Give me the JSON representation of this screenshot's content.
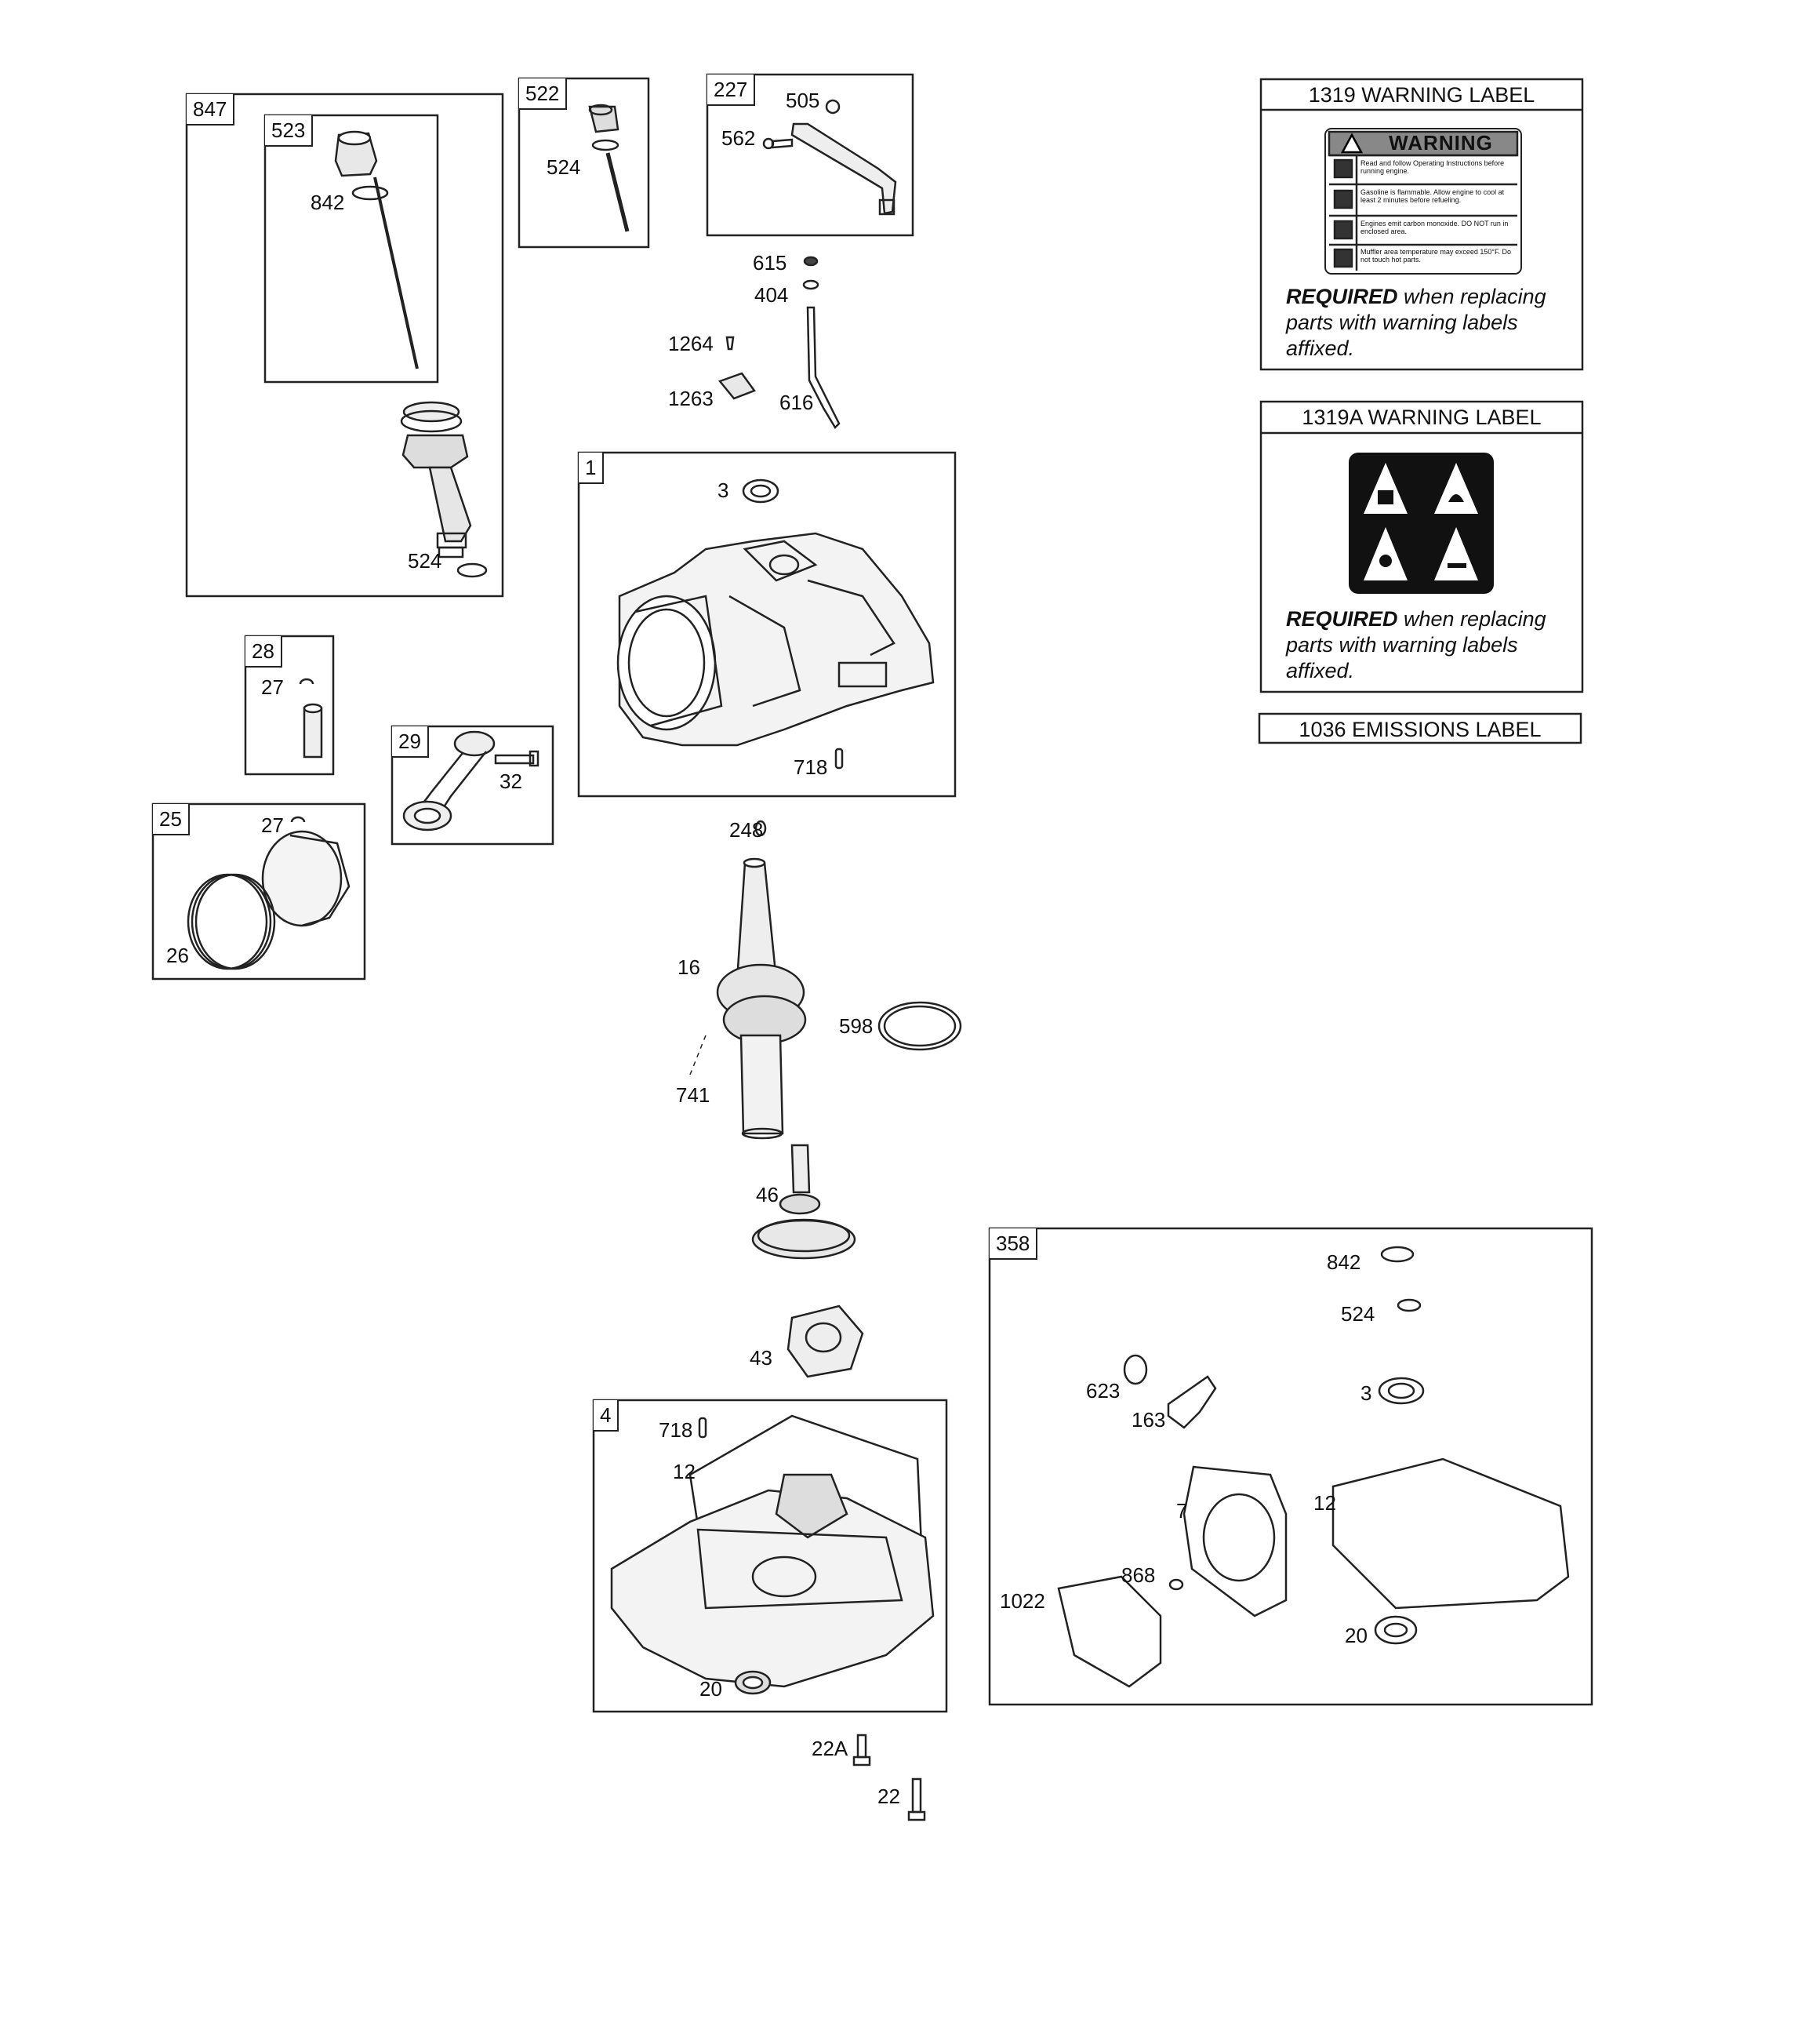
{
  "boxes": {
    "b847": "847",
    "b523": "523",
    "b522": "522",
    "b227": "227",
    "b1": "1",
    "b28": "28",
    "b29": "29",
    "b25": "25",
    "b4": "4",
    "b358": "358"
  },
  "callouts": {
    "c842a": "842",
    "c524a": "524",
    "c524b": "524",
    "c505": "505",
    "c562": "562",
    "c615": "615",
    "c404": "404",
    "c1264": "1264",
    "c1263": "1263",
    "c616": "616",
    "c3a": "3",
    "c718a": "718",
    "c27a": "27",
    "c32": "32",
    "c27b": "27",
    "c26": "26",
    "c248": "248",
    "c16": "16",
    "c598": "598",
    "c741": "741",
    "c46": "46",
    "c43": "43",
    "c718b": "718",
    "c12a": "12",
    "c20a": "20",
    "c22A": "22A",
    "c22": "22",
    "c842b": "842",
    "c524c": "524",
    "c623": "623",
    "c163": "163",
    "c3b": "3",
    "c7": "7",
    "c12b": "12",
    "c868": "868",
    "c1022": "1022",
    "c20b": "20"
  },
  "labels": {
    "warning1319": {
      "title": "1319 WARNING LABEL",
      "warning_header": "WARNING",
      "rows": [
        "Read and follow Operating Instructions before running engine.",
        "Gasoline is flammable. Allow engine to cool at least 2 minutes before refueling.",
        "Engines emit carbon monoxide. DO NOT run in enclosed area.",
        "Muffler area temperature may exceed 150°F. Do not touch hot parts."
      ],
      "required_bold": "REQUIRED",
      "required_rest": " when replacing parts with warning labels affixed."
    },
    "warning1319A": {
      "title": "1319A WARNING LABEL",
      "required_bold": "REQUIRED",
      "required_rest": " when replacing parts with warning labels affixed."
    },
    "emissions1036": {
      "title": "1036 EMISSIONS LABEL"
    }
  }
}
